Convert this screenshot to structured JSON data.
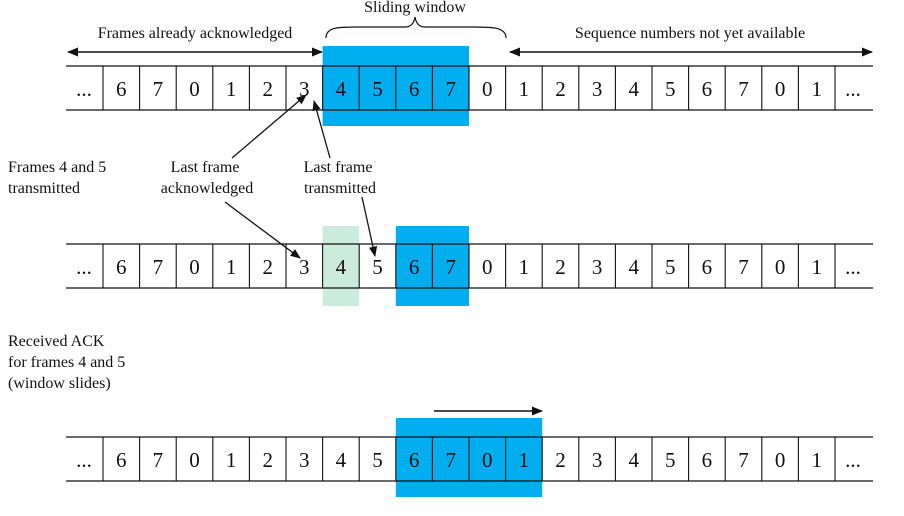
{
  "colors": {
    "window": "#00AEEF",
    "transmitted": "#CBEBDC",
    "line": "#111111",
    "text": "#111111"
  },
  "labels": {
    "frames_acknowledged": "Frames already acknowledged",
    "sliding_window": "Sliding window",
    "not_yet_available": "Sequence numbers not yet available",
    "frames_transmitted": [
      "Frames 4 and 5",
      "transmitted"
    ],
    "last_ack": [
      "Last frame",
      "acknowledged"
    ],
    "last_tx": [
      "Last frame",
      "transmitted"
    ],
    "received_ack": [
      "Received ACK",
      "for frames 4 and 5",
      "(window slides)"
    ]
  },
  "sequence": [
    "6",
    "7",
    "0",
    "1",
    "2",
    "3",
    "4",
    "5",
    "6",
    "7",
    "0",
    "1",
    "2",
    "3",
    "4",
    "5",
    "6",
    "7",
    "0",
    "1"
  ],
  "ellipsis": "...",
  "rows": [
    {
      "id": "initial",
      "transmitted": [],
      "window": [
        6,
        10
      ]
    },
    {
      "id": "after-transmit",
      "transmitted": [
        6,
        7
      ],
      "window": [
        8,
        10
      ]
    },
    {
      "id": "after-ack",
      "transmitted": [],
      "window": [
        8,
        12
      ]
    }
  ]
}
